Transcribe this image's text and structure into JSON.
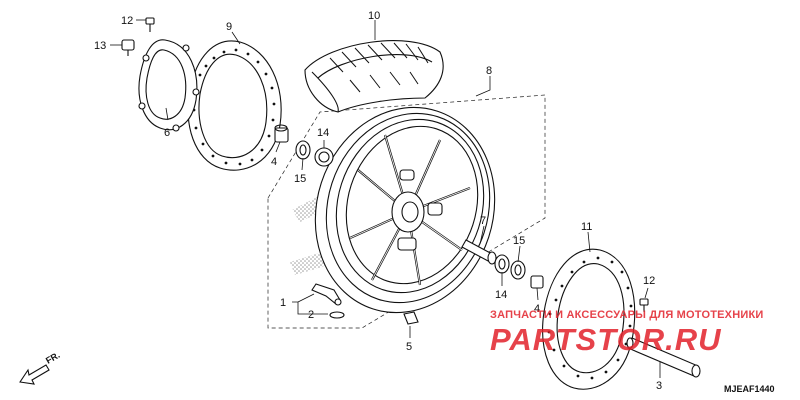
{
  "diagram_code": "MJEAF1440",
  "direction_label": "FR.",
  "watermark": {
    "tagline": "ЗАПЧАСТИ И АКСЕССУАРЫ ДЛЯ МОТОТЕХНИКИ",
    "brand": "PARTSTOR.RU",
    "color": "#e2222b"
  },
  "colors": {
    "line": "#111111",
    "background": "#ffffff"
  },
  "callouts": [
    {
      "id": "c1",
      "label": "1"
    },
    {
      "id": "c2",
      "label": "2"
    },
    {
      "id": "c3",
      "label": "3"
    },
    {
      "id": "c4a",
      "label": "4"
    },
    {
      "id": "c4b",
      "label": "4"
    },
    {
      "id": "c5",
      "label": "5"
    },
    {
      "id": "c6",
      "label": "6"
    },
    {
      "id": "c7",
      "label": "7"
    },
    {
      "id": "c8",
      "label": "8"
    },
    {
      "id": "c9",
      "label": "9"
    },
    {
      "id": "c10",
      "label": "10"
    },
    {
      "id": "c11",
      "label": "11"
    },
    {
      "id": "c12a",
      "label": "12"
    },
    {
      "id": "c12b",
      "label": "12"
    },
    {
      "id": "c13",
      "label": "13"
    },
    {
      "id": "c14a",
      "label": "14"
    },
    {
      "id": "c14b",
      "label": "14"
    },
    {
      "id": "c15a",
      "label": "15"
    },
    {
      "id": "c15b",
      "label": "15"
    }
  ]
}
